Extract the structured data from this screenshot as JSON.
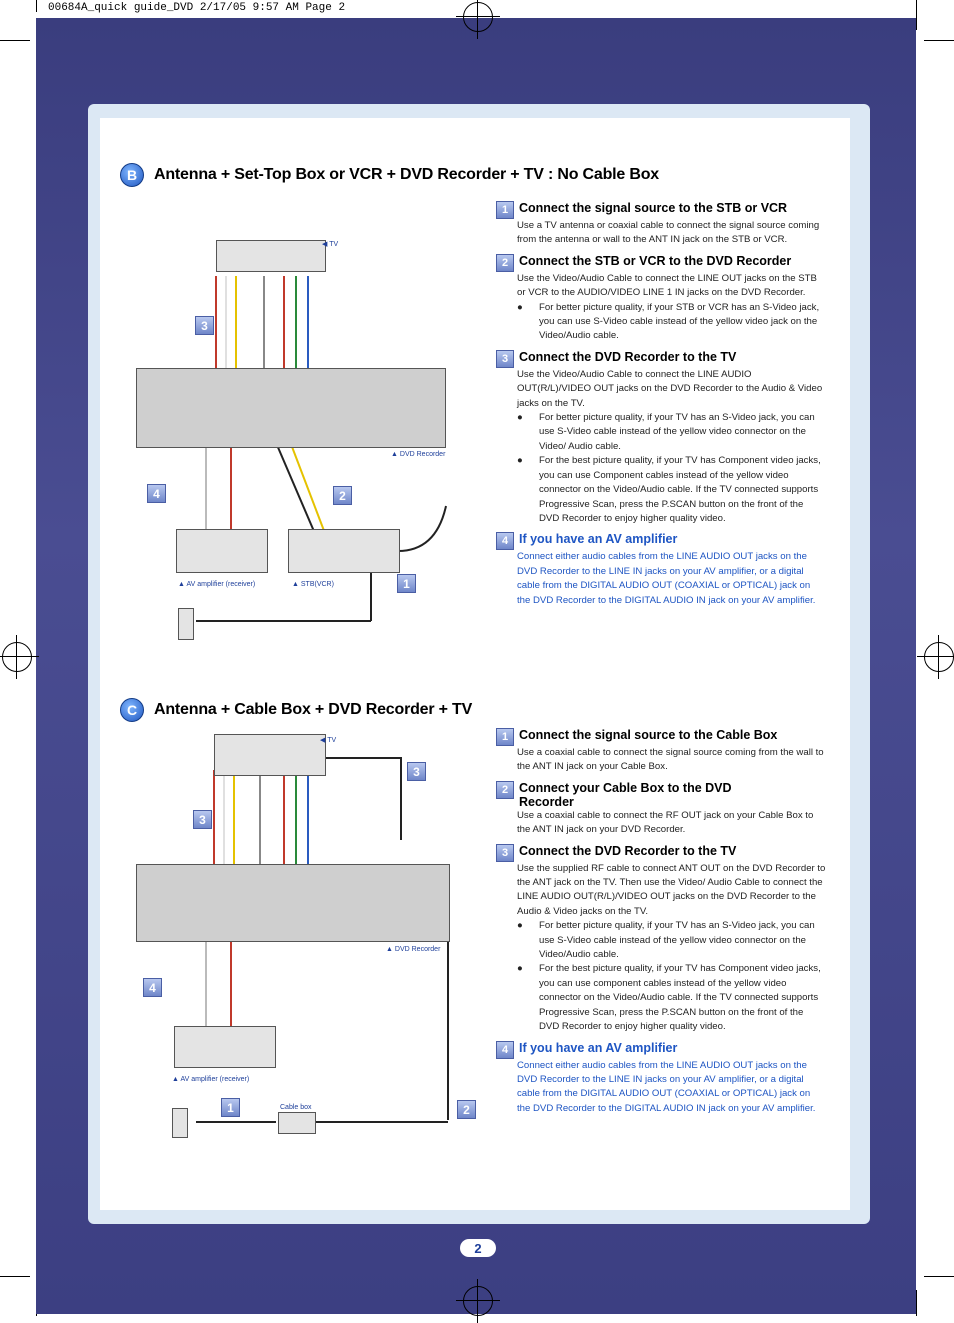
{
  "slug": "00684A_quick guide_DVD  2/17/05  9:57 AM  Page 2",
  "page_number": "2",
  "sections": [
    {
      "badge": "B",
      "title": "Antenna + Set-Top Box or VCR + DVD Recorder + TV : No Cable Box",
      "steps": [
        {
          "num": "1",
          "title": "Connect the signal source to the STB or VCR",
          "body": "Use a TV antenna or coaxial cable to connect the signal source coming from the antenna or wall to the ANT IN jack on the STB or  VCR.",
          "bullets": []
        },
        {
          "num": "2",
          "title": "Connect the STB or VCR to  the DVD Recorder",
          "body": "Use the Video/Audio Cable to connect the LINE OUT jacks on the STB or VCR to the AUDIO/VIDEO LINE 1 IN jacks on the DVD Recorder.",
          "bullets": [
            "For better picture quality, if your STB or VCR has an S-Video jack, you can use S-Video cable instead of the yellow video jack on the Video/Audio cable."
          ]
        },
        {
          "num": "3",
          "title": "Connect the DVD Recorder to the TV",
          "body": "Use the Video/Audio Cable to connect the LINE AUDIO OUT(R/L)/VIDEO OUT jacks on the DVD Recorder to the Audio & Video jacks on the TV.",
          "bullets": [
            "For better picture quality, if your TV has an S-Video jack, you can use S-Video cable instead of the yellow video connector on the Video/ Audio cable.",
            "For the best picture quality, if your  TV has Component video jacks, you can use Component cables instead of the yellow video connector on the Video/Audio cable. If the TV connected supports Progressive Scan, press the P.SCAN button on the front of the DVD Recorder to enjoy higher quality video."
          ]
        },
        {
          "num": "4",
          "title": "If you have an AV amplifier",
          "body": "Connect either audio cables from the LINE AUDIO OUT jacks on the DVD Recorder to the LINE IN jacks on your AV amplifier, or a digital cable from the DIGITAL AUDIO OUT (COAXIAL or OPTICAL) jack on the DVD Recorder to the DIGITAL AUDIO IN jack on your AV amplifier.",
          "bullets": [],
          "blue": true
        }
      ],
      "captions": {
        "tv": "TV",
        "dvd": "DVD Recorder",
        "amp": "AV amplifier (receiver)",
        "stb": "STB(VCR)"
      }
    },
    {
      "badge": "C",
      "title": "Antenna + Cable Box + DVD Recorder + TV",
      "steps": [
        {
          "num": "1",
          "title": "Connect the signal source to the Cable Box",
          "body": "Use a coaxial cable to connect the signal source coming from the wall to the ANT IN jack on your Cable Box.",
          "bullets": []
        },
        {
          "num": "2",
          "title": "Connect your Cable Box to the DVD Recorder",
          "body": "Use a coaxial cable to connect the RF OUT jack on your Cable Box to the ANT IN jack on your DVD Recorder.",
          "bullets": []
        },
        {
          "num": "3",
          "title": "Connect the DVD Recorder to the TV",
          "body": "Use the supplied RF cable to connect ANT OUT on the DVD Recorder to the ANT jack on the TV. Then use the Video/ Audio Cable to connect the LINE AUDIO OUT(R/L)/VIDEO OUT jacks on the DVD Recorder to the Audio & Video jacks on the TV.",
          "bullets": [
            "For better picture quality, if your TV has an S-Video jack, you can use S-Video cable instead of the yellow video connector on the Video/Audio cable.",
            "For the best picture quality, if your TV has Component video jacks, you can use component cables instead of the yellow video connector on the Video/Audio cable. If the TV connected supports Progressive Scan, press the P.SCAN button on the front of the DVD Recorder to enjoy higher quality video."
          ]
        },
        {
          "num": "4",
          "title": "If you have an AV amplifier",
          "body": "Connect either audio cables from the LINE AUDIO OUT jacks on the DVD Recorder to the LINE IN jacks on your AV amplifier, or a digital cable from the DIGITAL AUDIO OUT (COAXIAL or OPTICAL) jack on the DVD Recorder to the DIGITAL AUDIO IN jack on your AV amplifier.",
          "bullets": [],
          "blue": true
        }
      ],
      "captions": {
        "tv": "TV",
        "dvd": "DVD Recorder",
        "amp": "AV amplifier (receiver)",
        "cable": "Cable box"
      }
    }
  ],
  "diagram_numbers": {
    "b": [
      "3",
      "4",
      "2",
      "1"
    ],
    "c": [
      "3",
      "3",
      "4",
      "1",
      "2"
    ]
  }
}
